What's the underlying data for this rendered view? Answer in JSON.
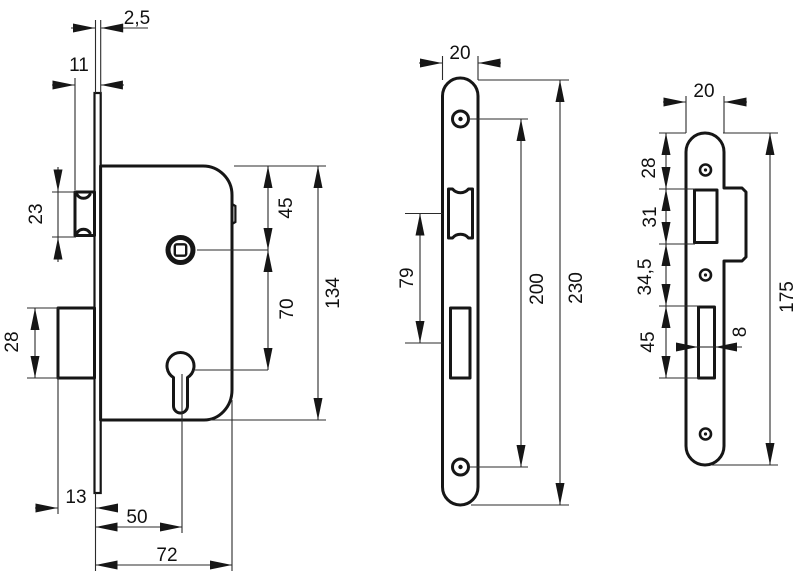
{
  "colors": {
    "line": "#161616",
    "background": "#ffffff"
  },
  "dims": {
    "side": {
      "faceplate_thickness": "2,5",
      "latch_projection": "11",
      "latch_height": "23",
      "deadbolt_height": "28",
      "deadbolt_projection": "13",
      "backset": "50",
      "case_depth": "72",
      "top_to_spindle": "45",
      "spindle_to_cylinder": "70",
      "case_height": "134"
    },
    "faceplate": {
      "width": "20",
      "latch_to_deadbolt": "79",
      "screw_hole_spacing": "200",
      "height": "230"
    },
    "strike": {
      "width": "20",
      "end_to_latch_cutout": "28",
      "latch_cutout_height": "31",
      "latch_to_deadbolt_cutout": "34,5",
      "deadbolt_cutout_height": "45",
      "deadbolt_cutout_width": "8",
      "height": "175"
    }
  }
}
